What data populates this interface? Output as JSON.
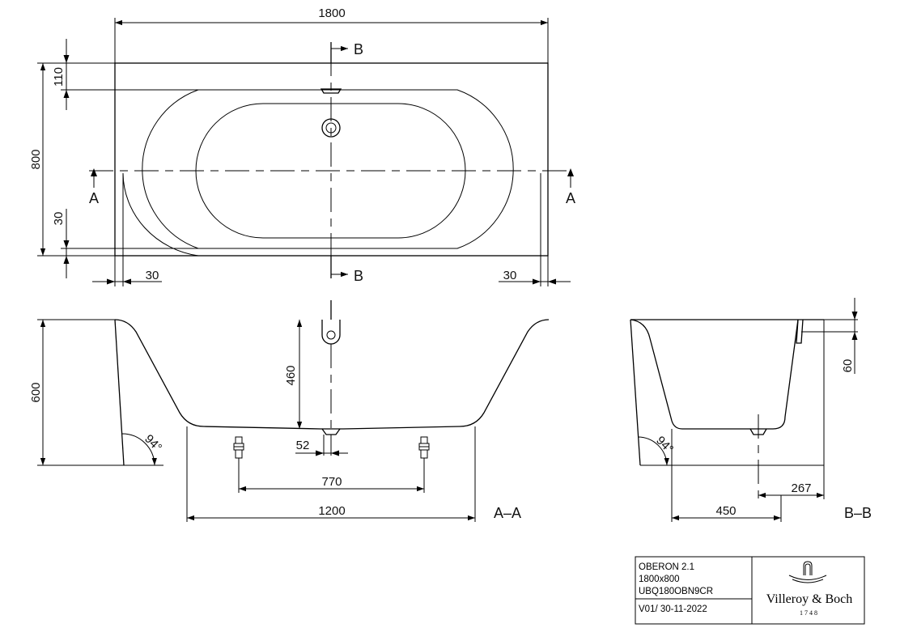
{
  "dimensions": {
    "top_length": "1800",
    "top_width": "800",
    "top_rim_back": "110",
    "top_rim_front": "30",
    "top_rim_left": "30",
    "top_rim_right": "30",
    "aa_height": "600",
    "aa_inner_depth": "460",
    "aa_angle": "94°",
    "aa_drain_offset": "52",
    "aa_feet_spacing": "770",
    "aa_base_length": "1200",
    "bb_rim_height": "60",
    "bb_angle": "94°",
    "bb_base_width": "450",
    "bb_drain_offset": "267"
  },
  "section_labels": {
    "b_top": "B",
    "b_bottom": "B",
    "a_left": "A",
    "a_right": "A",
    "aa": "A–A",
    "bb": "B–B"
  },
  "title_block": {
    "model": "OBERON 2.1",
    "size": "1800x800",
    "article": "UBQ180OBN9CR",
    "version": "V01/ 30-11-2022",
    "brand": "Villeroy & Boch",
    "brand_year": "1748"
  }
}
